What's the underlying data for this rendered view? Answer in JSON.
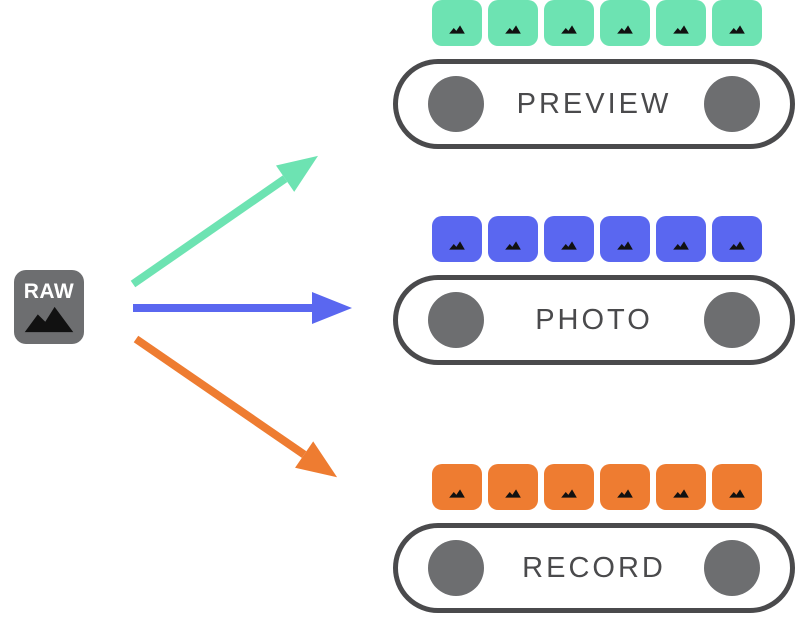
{
  "source": {
    "label": "RAW"
  },
  "streams": [
    {
      "id": "preview",
      "label": "PREVIEW",
      "color": "#6DE3B2",
      "frames": 6
    },
    {
      "id": "photo",
      "label": "PHOTO",
      "color": "#5A67F0",
      "frames": 6
    },
    {
      "id": "record",
      "label": "RECORD",
      "color": "#EE7C31",
      "frames": 6
    }
  ],
  "palette": {
    "background": "#FFFFFF",
    "pill_stroke": "#4A4A4C",
    "label": "#4A4A4C",
    "roller": "#6D6E70",
    "source_box": "#6D6E70",
    "mountain": "#111111",
    "raw_text": "#FFFFFF"
  }
}
